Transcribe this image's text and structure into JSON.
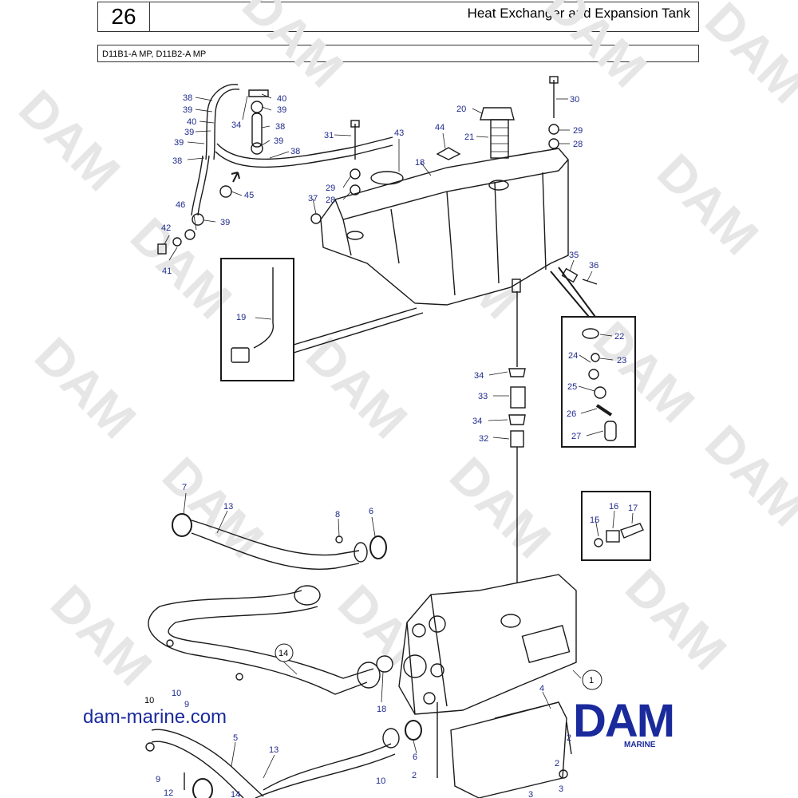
{
  "header": {
    "page_number": "26",
    "title": "Heat Exchanger and Expansion Tank",
    "models": "D11B1-A MP, D11B2-A MP"
  },
  "watermark": "DAM",
  "footer": {
    "website": "dam-marine.com",
    "logo_text": "DAM",
    "logo_subtitle": "MARINE"
  },
  "colors": {
    "callout": "#1f2a8c",
    "logo": "#1a2a9c",
    "watermark": "#e6e6e6",
    "line": "#1a1a1a"
  },
  "callouts": {
    "n1": "1",
    "n2": "2",
    "n3": "3",
    "n4": "4",
    "n5": "5",
    "n6": "6",
    "n7": "7",
    "n8": "8",
    "n9": "9",
    "n10": "10",
    "n12": "12",
    "n13": "13",
    "n14": "14",
    "n15": "15",
    "n16": "16",
    "n17": "17",
    "n18": "18",
    "n19": "19",
    "n20": "20",
    "n21": "21",
    "n22": "22",
    "n23": "23",
    "n24": "24",
    "n25": "25",
    "n26": "26",
    "n27": "27",
    "n28": "28",
    "n29": "29",
    "n30": "30",
    "n31": "31",
    "n32": "32",
    "n33": "33",
    "n34": "34",
    "n35": "35",
    "n36": "36",
    "n37": "37",
    "n38": "38",
    "n39": "39",
    "n40": "40",
    "n41": "41",
    "n42": "42",
    "n43": "43",
    "n44": "44",
    "n45": "45",
    "n46": "46"
  }
}
